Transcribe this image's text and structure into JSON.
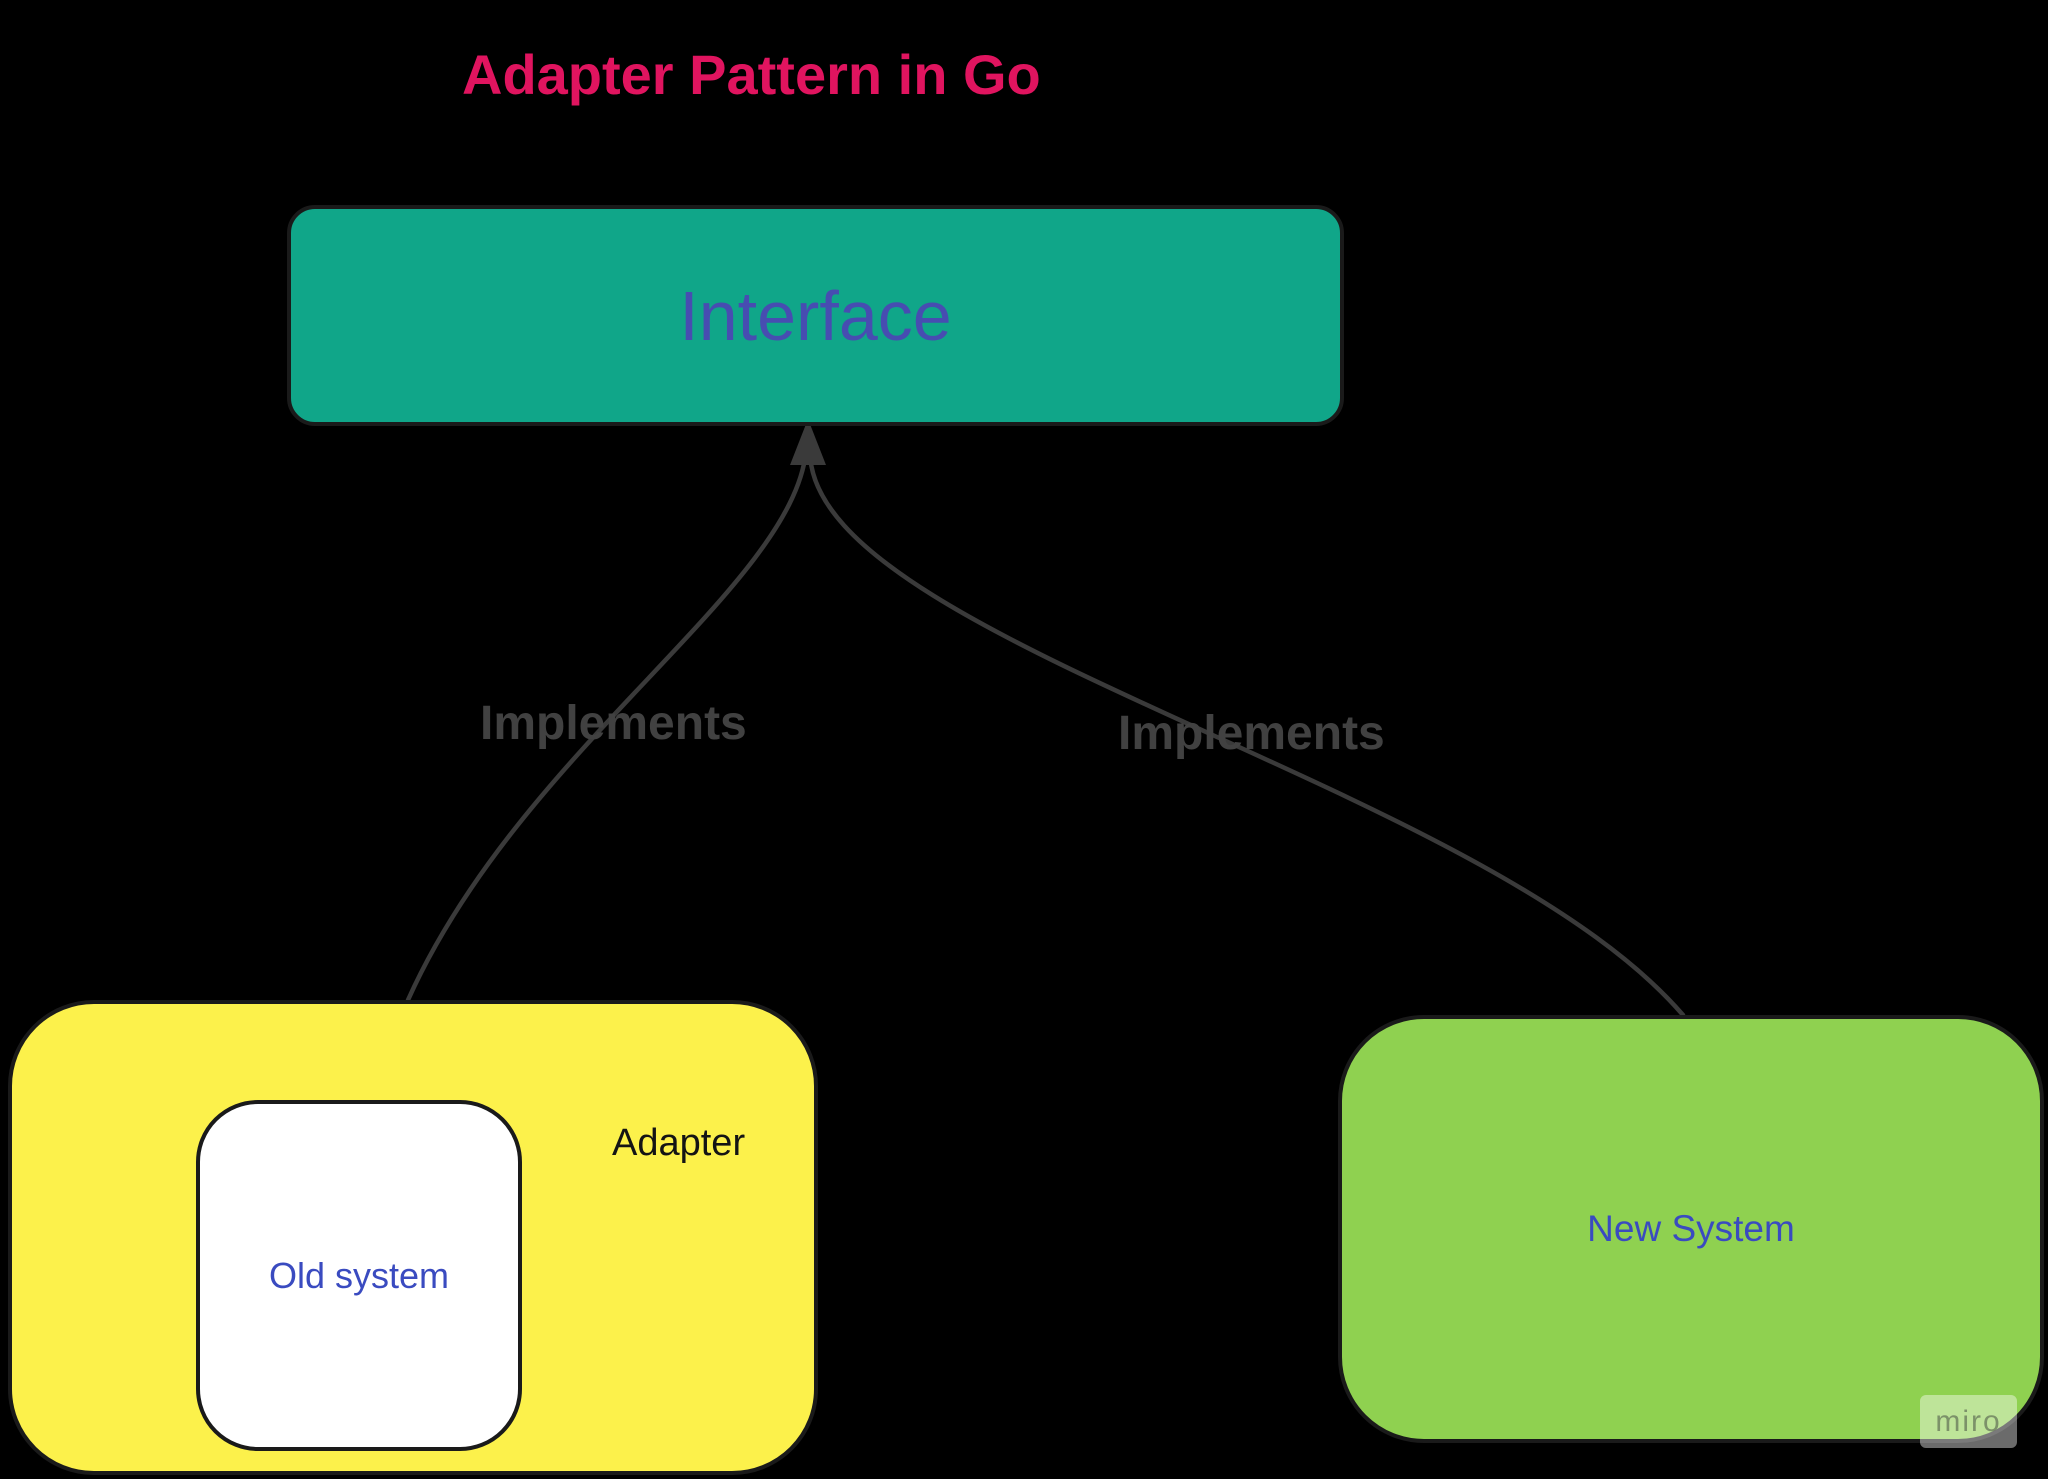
{
  "title": {
    "text": "Adapter Pattern in Go",
    "color": "#E0145F"
  },
  "nodes": {
    "interface": {
      "label": "Interface",
      "fill": "#10A689",
      "text_color": "#474DB1",
      "border_color": "#1A1A1A"
    },
    "adapter": {
      "label": "Adapter",
      "fill": "#FCF14B",
      "text_color": "#141414",
      "border_color": "#1A1A1A"
    },
    "old_system": {
      "label": "Old system",
      "fill": "#FFFFFF",
      "text_color": "#3A4BC0",
      "border_color": "#1A1A1A"
    },
    "new_system": {
      "label": "New System",
      "fill": "#8FD150",
      "text_color": "#3A4BC0",
      "border_color": "#1A1A1A"
    }
  },
  "edges": {
    "color": "#3A3A3A",
    "left": {
      "label": "Implements",
      "from": "adapter",
      "to": "interface"
    },
    "right": {
      "label": "Implements",
      "from": "new_system",
      "to": "interface"
    }
  },
  "watermark": {
    "text": "miro"
  },
  "background_color": "#000000"
}
